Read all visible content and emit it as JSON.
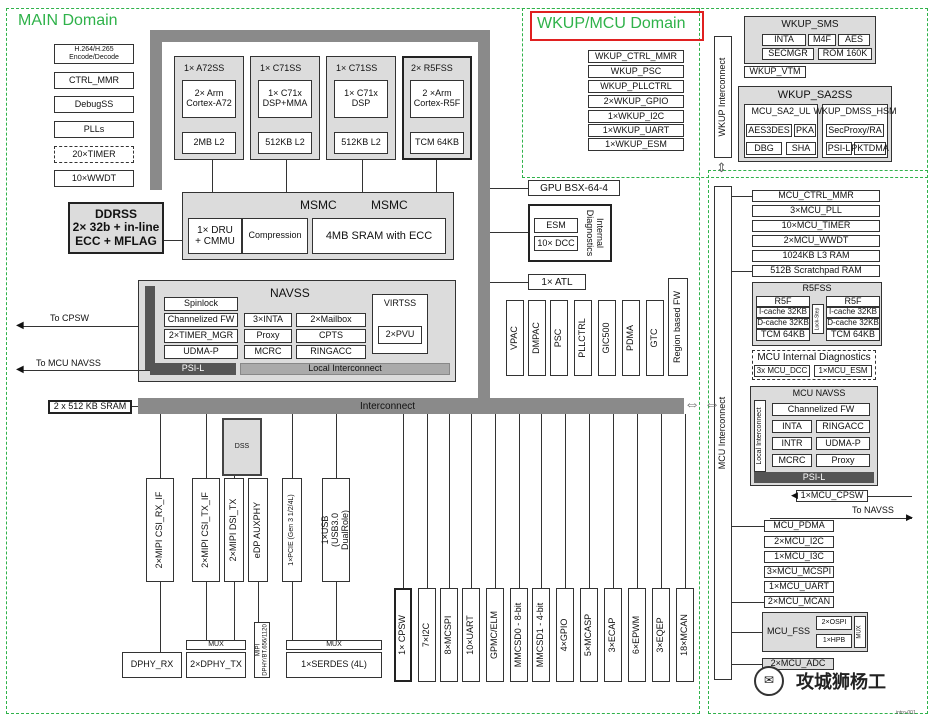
{
  "main_domain": {
    "title": "MAIN Domain",
    "left_blocks": [
      "H.264/H.265 Encode/Decode",
      "CTRL_MMR",
      "DebugSS",
      "PLLs",
      "20×TIMER",
      "10×WWDT"
    ],
    "ddrss": "DDRSS\n2× 32b + in-line\nECC + MFLAG",
    "cores": [
      {
        "title": "1× A72SS",
        "core": "2× Arm\nCortex-A72",
        "mem": "2MB L2"
      },
      {
        "title": "1× C71SS",
        "core": "1× C71x\nDSP+MMA",
        "mem": "512KB L2"
      },
      {
        "title": "1× C71SS",
        "core": "1× C71x\nDSP",
        "mem": "512KB L2"
      },
      {
        "title": "2× R5FSS",
        "core": "2 ×Arm\nCortex-R5F",
        "mem": "TCM 64KB"
      }
    ],
    "msmc": {
      "title": "MSMC",
      "title2": "MSMC",
      "dru": "1× DRU\n+ CMMU",
      "compression": "Compression",
      "sram": "4MB SRAM with ECC"
    },
    "gpu": "GPU BSX-64-4",
    "esm": "ESM",
    "dcc": "10× DCC",
    "internal_diag": "Internal\nDiagnostics",
    "atl": "1× ATL",
    "navss": {
      "title": "NAVSS",
      "items": [
        "Spinlock",
        "Channelized FW",
        "2×TIMER_MGR",
        "UDMA-P",
        "3×INTA",
        "2×Mailbox",
        "Proxy",
        "CPTS",
        "MCRC",
        "RINGACC"
      ],
      "virtss": "VIRTSS",
      "pvu": "2×PVU",
      "psil": "PSI-L",
      "local_ic": "Local Interconnect"
    },
    "to_cpsw": "To CPSW",
    "to_mcu_navss": "To MCU NAVSS",
    "sram": "2 x 512 KB SRAM",
    "interconnect": "Interconnect",
    "vert_blocks": [
      "VPAC",
      "DMPAC",
      "PSC",
      "PLLCTRL",
      "GIC500",
      "PDMA",
      "GTC",
      "Region based FW"
    ],
    "dss": "DSS",
    "io_top": [
      "2×MIPI CSI_RX_IF",
      "2×MIPI CSI_TX_IF",
      "2×MIPI DSI_TX",
      "eDP AUXPHY",
      "1×PCIE (Gen 3 1/2/4L)",
      "1×USB\n(USB3.0 DualRole)"
    ],
    "mux1": "MUX",
    "mux2": "MUX",
    "mipi_dphy": "MIPI\nDPHY/BT.656/1120",
    "dphy_rx": "DPHY_RX",
    "dphy_tx": "2×DPHY_TX",
    "serdes": "1×SERDES (4L)",
    "io_bottom": [
      "1× CPSW",
      "7×I2C",
      "8×MCSPI",
      "10×UART",
      "GPMC/ELM",
      "MMCSD0 - 8-bit",
      "MMCSD1 - 4-bit",
      "4×GPIO",
      "5×MCASP",
      "3×ECAP",
      "6×EPWM",
      "3×EQEP",
      "18×MCAN"
    ]
  },
  "wkup_domain": {
    "title": "WKUP/MCU Domain",
    "title_border_color": "#e02020",
    "wkup_list": [
      "WKUP_CTRL_MMR",
      "WKUP_PSC",
      "WKUP_PLLCTRL",
      "2×WKUP_GPIO",
      "1×WKUP_I2C",
      "1×WKUP_UART",
      "1×WKUP_ESM"
    ],
    "wkup_ic": "WKUP Interconnect",
    "sms": {
      "title": "WKUP_SMS",
      "items": [
        "INTA",
        "M4F",
        "AES",
        "SECMGR",
        "ROM 160K"
      ],
      "vtm": "WKUP_VTM"
    },
    "sa2": {
      "title": "WKUP_SA2SS",
      "ul": "MCU_SA2_UL",
      "hsm": "WKUP_DMSS_HSM",
      "items": [
        "AES3DES",
        "PKA",
        "DBG",
        "SHA",
        "SecProxy/RA",
        "PSI-L",
        "PKTDMA"
      ]
    },
    "mcu_ic": "MCU Interconnect",
    "mcu_list": [
      "MCU_CTRL_MMR",
      "3×MCU_PLL",
      "10×MCU_TIMER",
      "2×MCU_WWDT",
      "1024KB L3 RAM",
      "512B Scratchpad RAM"
    ],
    "r5fss": {
      "title": "R5FSS",
      "cores": [
        "R5F",
        "R5F"
      ],
      "icache": "I-cache 32KB",
      "dcache": "D-cache 32KB",
      "tcm": "TCM 64KB",
      "lockstep": "Lock-Step"
    },
    "mcu_diag": {
      "title": "MCU Internal Diagnostics",
      "items": [
        "3x MCU_DCC",
        "1×MCU_ESM"
      ]
    },
    "mcu_navss": {
      "title": "MCU NAVSS",
      "fw": "Channelized FW",
      "items": [
        "INTA",
        "RINGACC",
        "INTR",
        "UDMA-P",
        "MCRC",
        "Proxy"
      ],
      "local_ic": "Local Interconnect",
      "psil": "PSI-L"
    },
    "mcu_cpsw": "1×MCU_CPSW",
    "to_navss": "To NAVSS",
    "mcu_bottom": [
      "MCU_PDMA",
      "2×MCU_I2C",
      "1×MCU_I3C",
      "3×MCU_MCSPI",
      "1×MCU_UART",
      "2×MCU_MCAN"
    ],
    "fss": {
      "title": "MCU_FSS",
      "ospi": "2×OSPI",
      "hpb": "1×HPB",
      "mux": "MUX"
    },
    "adc": "2×MCU_ADC"
  },
  "watermark": "攻城狮杨工",
  "figure_id": "intro-001",
  "colors": {
    "domain_border": "#2fb24a",
    "domain_title": "#2fb24a",
    "gray": "#dcdcdc",
    "bus": "#8a8a8a"
  }
}
